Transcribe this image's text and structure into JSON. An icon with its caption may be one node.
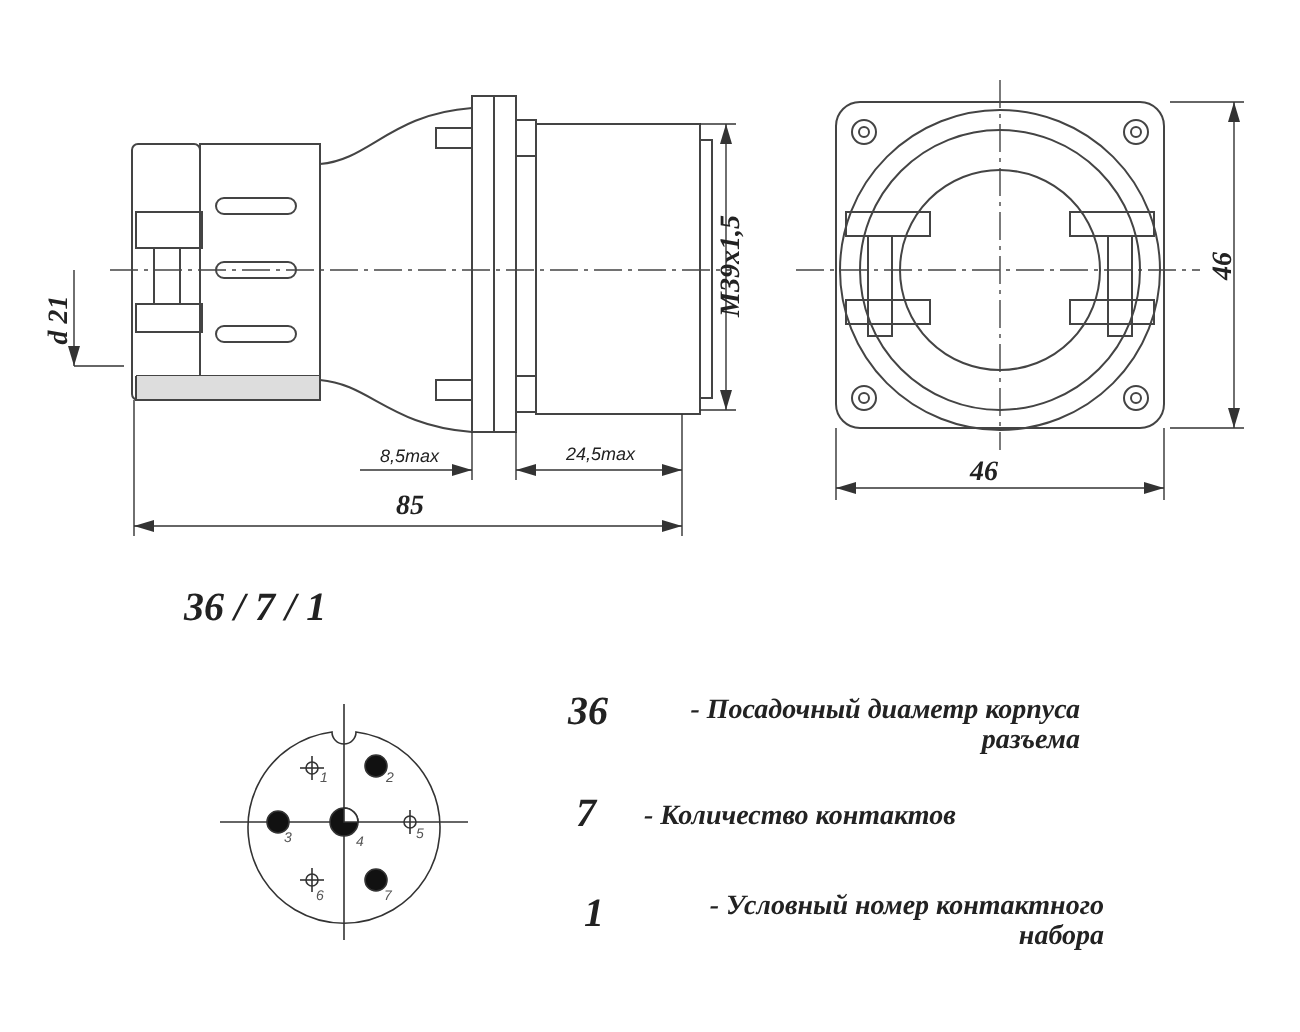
{
  "diagram": {
    "labels": [
      "M39x1,5",
      "46",
      "d 21",
      "8,5max",
      "24,5max",
      "46",
      "85",
      "36 / 7 / 1",
      "1",
      "2",
      "3",
      "4",
      "5",
      "6",
      "7",
      "36",
      "- Посадочный диаметр корпуса разъема",
      "7",
      "- Количество контактов",
      "1",
      "- Условный номер контактного набора"
    ]
  }
}
